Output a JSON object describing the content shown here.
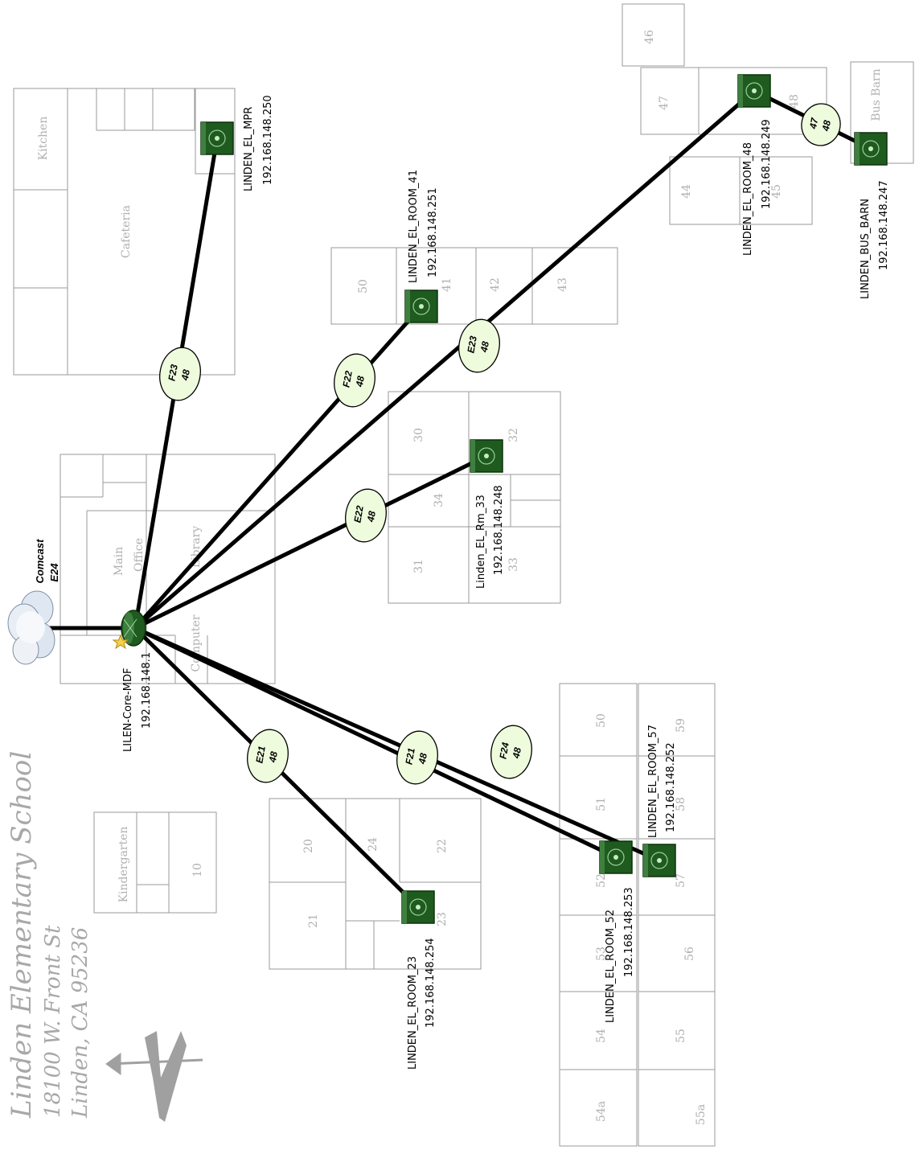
{
  "school": {
    "name": "Linden Elementary School",
    "address": "18100 W. Front St",
    "city": "Linden, CA 95236"
  },
  "isp": {
    "name": "Comcast",
    "port": "E24"
  },
  "core": {
    "name": "LILEN-Core-MDF",
    "ip": "192.168.148.1"
  },
  "rooms": {
    "kitchen": "Kitchen",
    "cafeteria": "Cafeteria",
    "main_office_1": "Main",
    "main_office_2": "Office",
    "library": "Library",
    "computer": "Computer",
    "kindergarten": "Kindergarten",
    "bus_barn": "Bus Barn",
    "r10": "10",
    "r20": "20",
    "r21": "21",
    "r22": "22",
    "r23": "23",
    "r24": "24",
    "r30": "30",
    "r31": "31",
    "r32": "32",
    "r33": "33",
    "r34": "34",
    "r41": "41",
    "r42": "42",
    "r43": "43",
    "r44": "44",
    "r45": "45",
    "r46": "46",
    "r47": "47",
    "r48": "48",
    "r50a": "50",
    "r50b": "50",
    "r51": "51",
    "r53": "53",
    "r54": "54",
    "r54a": "54a",
    "r55": "55",
    "r55a": "55a",
    "r56": "56",
    "r57": "57",
    "r58": "58",
    "r59": "59",
    "r52": "52"
  },
  "switches": [
    {
      "name": "LINDEN_EL_MPR",
      "ip": "192.168.148.250",
      "port": "F23",
      "count": "48"
    },
    {
      "name": "LINDEN_EL_ROOM_41",
      "ip": "192.168.148.251",
      "port": "F22",
      "count": "48"
    },
    {
      "name": "LINDEN_EL_ROOM_48",
      "ip": "192.168.148.249",
      "port": "E23",
      "count": "48"
    },
    {
      "name": "Linden_EL_Rm_33",
      "ip": "192.168.148.248",
      "port": "E22",
      "count": "48"
    },
    {
      "name": "LINDEN_EL_ROOM_23",
      "ip": "192.168.148.254",
      "port": "E21",
      "count": "48"
    },
    {
      "name": "LINDEN_EL_ROOM_52",
      "ip": "192.168.148.253",
      "port": "F21",
      "count": "48"
    },
    {
      "name": "LINDEN_EL_ROOM_57",
      "ip": "192.168.148.252",
      "port": "F24",
      "count": "48"
    },
    {
      "name": "LINDEN_BUS_BARN",
      "ip": "192.168.148.247",
      "port": "47",
      "count": "48"
    }
  ],
  "colors": {
    "switch": "#1f5a1f",
    "badge": "#eefbdc",
    "floorplan": "#9a9a9a",
    "link": "#000000"
  },
  "icons": {
    "isp": "cloud-icon",
    "core": "router-icon",
    "root": "star-icon",
    "switch": "switch-icon",
    "compass": "north-arrow-icon"
  }
}
